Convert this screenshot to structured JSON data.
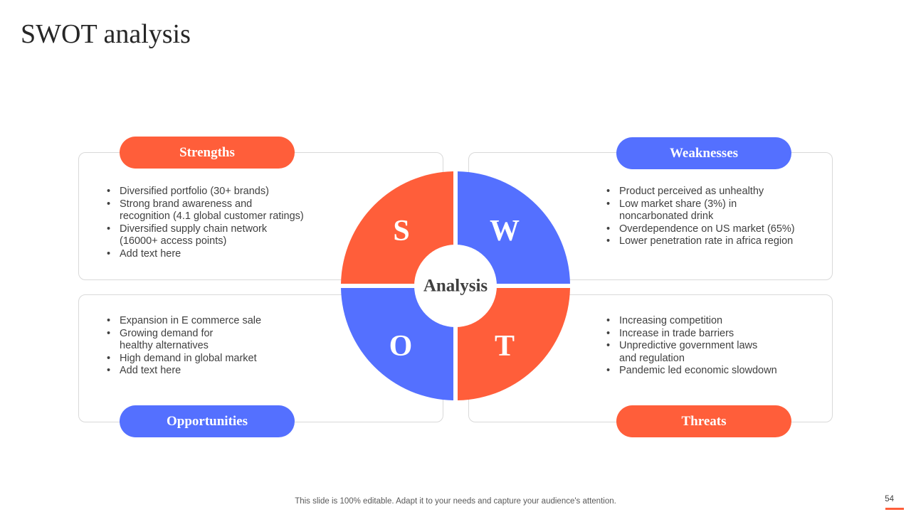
{
  "title": "SWOT analysis",
  "colors": {
    "accent_orange": "#ff5e3a",
    "accent_blue": "#5470ff"
  },
  "strengths": {
    "label": "Strengths",
    "letter": "S",
    "items": [
      "Diversified portfolio (30+ brands)",
      "Strong brand awareness and\nrecognition (4.1 global customer ratings)",
      "Diversified supply chain network\n(16000+ access points)",
      "Add text here"
    ]
  },
  "weaknesses": {
    "label": "Weaknesses",
    "letter": "W",
    "items": [
      "Product perceived as unhealthy",
      "Low market share (3%) in\nnoncarbonated drink",
      "Overdependence on US market (65%)",
      "Lower penetration rate in africa region"
    ]
  },
  "opportunities": {
    "label": "Opportunities",
    "letter": "O",
    "items": [
      "Expansion in E commerce sale",
      "Growing demand for\nhealthy alternatives",
      "High demand in global market",
      "Add text here"
    ]
  },
  "threats": {
    "label": "Threats",
    "letter": "T",
    "items": [
      "Increasing competition",
      "Increase in trade barriers",
      "Unpredictive government laws\nand regulation",
      "Pandemic led economic slowdown"
    ]
  },
  "center_label": "Analysis",
  "footer_note": "This slide is 100% editable. Adapt it to your needs and capture your audience's attention.",
  "page_number": "54"
}
